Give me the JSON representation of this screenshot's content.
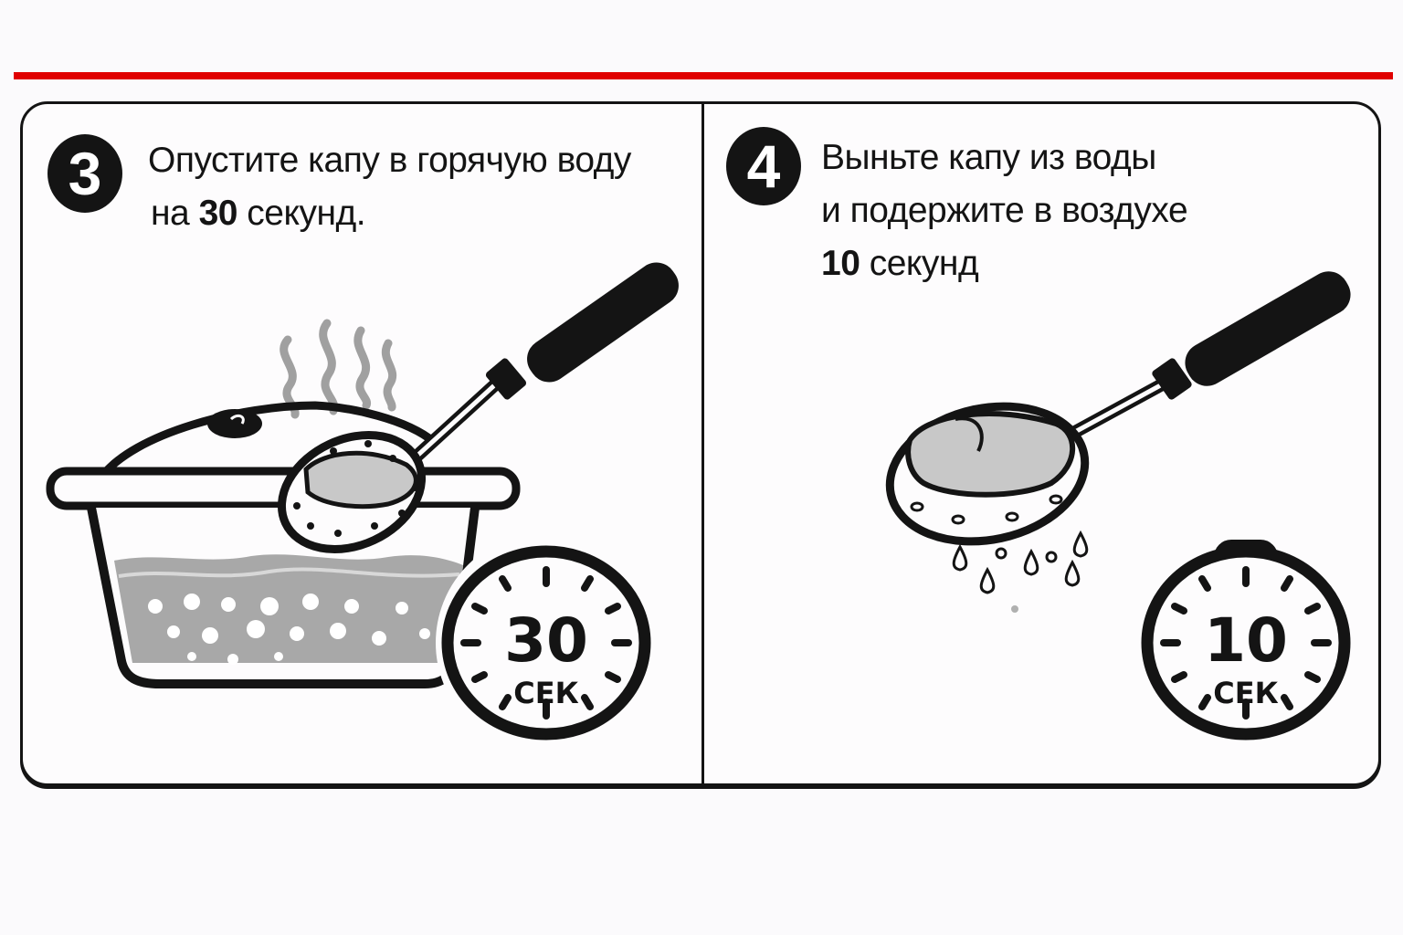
{
  "steps": [
    {
      "number": "3",
      "text_lines": [
        "Опустите капу в горячую воду",
        "на "
      ],
      "highlight": "30",
      "text_suffix": " секунд.",
      "timer": {
        "value": "30",
        "unit": "СЕК"
      },
      "illustration": "pot-with-boiling-water-and-slotted-spoon"
    },
    {
      "number": "4",
      "text_lines": [
        "Выньте капу из воды",
        "и подержите в воздухе"
      ],
      "highlight": "10",
      "text_suffix": " секунд",
      "timer": {
        "value": "10",
        "unit": "СЕК"
      },
      "illustration": "slotted-spoon-with-dripping-mouthguard"
    }
  ],
  "colors": {
    "accent_rule": "#e00000",
    "ink": "#141414",
    "water": "#a8a8a8",
    "steam": "#9e9e9e"
  }
}
